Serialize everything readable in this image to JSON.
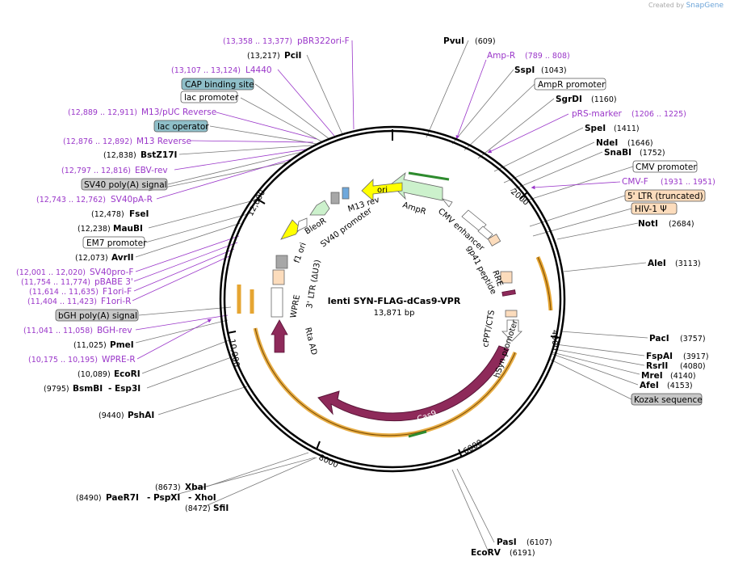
{
  "brand": {
    "created_by": "Created by",
    "app": "SnapGene"
  },
  "plasmid": {
    "name": "lenti SYN-FLAG-dCas9-VPR",
    "size": "13,871 bp",
    "length": 13871
  },
  "colors": {
    "feature_purple": "#9a36c9",
    "cas9": "#8e2a5a",
    "promoter_green": "#ccf1cc",
    "ori_yellow": "#ffff00",
    "orange_ring": "#e6a532",
    "ltr": "#fcdcbc",
    "grey_feature": "#a7a7a7"
  },
  "ticks": [
    "2000",
    "4000",
    "6000",
    "8000",
    "10,000",
    "12,000"
  ],
  "enzymes": [
    {
      "name": "PvuI",
      "pos": "(609)"
    },
    {
      "name": "SspI",
      "pos": "(1043)"
    },
    {
      "name": "SgrDI",
      "pos": "(1160)"
    },
    {
      "name": "SpeI",
      "pos": "(1411)"
    },
    {
      "name": "NdeI",
      "pos": "(1646)"
    },
    {
      "name": "SnaBI",
      "pos": "(1752)"
    },
    {
      "name": "NotI",
      "pos": "(2684)"
    },
    {
      "name": "AleI",
      "pos": "(3113)"
    },
    {
      "name": "PacI",
      "pos": "(3757)"
    },
    {
      "name": "FspAI",
      "pos": "(3917)"
    },
    {
      "name": "RsrII",
      "pos": "(4080)"
    },
    {
      "name": "MreI",
      "pos": "(4140)"
    },
    {
      "name": "AfeI",
      "pos": "(4153)"
    },
    {
      "name": "PasI",
      "pos": "(6107)"
    },
    {
      "name": "EcoRV",
      "pos": "(6191)"
    },
    {
      "name": "PciI",
      "pos": "(13,217)"
    },
    {
      "name": "BstZ17I",
      "pos": "(12,838)"
    },
    {
      "name": "FseI",
      "pos": "(12,478)"
    },
    {
      "name": "MauBI",
      "pos": "(12,238)"
    },
    {
      "name": "AvrII",
      "pos": "(12,073)"
    },
    {
      "name": "PmeI",
      "pos": "(11,025)"
    },
    {
      "name": "EcoRI",
      "pos": "(10,089)"
    },
    {
      "name": "BsmBI",
      "pos": "(9795)",
      "alt": "- Esp3I"
    },
    {
      "name": "PshAI",
      "pos": "(9440)"
    },
    {
      "name": "XbaI",
      "pos": "(8673)"
    },
    {
      "name": "PaeR7I",
      "pos": "(8490)",
      "alt": "- PspXI",
      "alt2": "- XhoI"
    },
    {
      "name": "SfiI",
      "pos": "(8472)"
    }
  ],
  "primers": [
    {
      "name": "pBR322ori-F",
      "range": "(13,358 .. 13,377)"
    },
    {
      "name": "Amp-R",
      "range": "(789 .. 808)"
    },
    {
      "name": "L4440",
      "range": "(13,107 .. 13,124)"
    },
    {
      "name": "pRS-marker",
      "range": "(1206 .. 1225)"
    },
    {
      "name": "M13/pUC Reverse",
      "range": "(12,889 .. 12,911)"
    },
    {
      "name": "M13 Reverse",
      "range": "(12,876 .. 12,892)"
    },
    {
      "name": "EBV-rev",
      "range": "(12,797 .. 12,816)"
    },
    {
      "name": "SV40pA-R",
      "range": "(12,743 .. 12,762)"
    },
    {
      "name": "CMV-F",
      "range": "(1931 .. 1951)"
    },
    {
      "name": "SV40pro-F",
      "range": "(12,001 .. 12,020)"
    },
    {
      "name": "pBABE 3'",
      "range": "(11,754 .. 11,774)"
    },
    {
      "name": "F1ori-F",
      "range": "(11,614 .. 11,635)"
    },
    {
      "name": "F1ori-R",
      "range": "(11,404 .. 11,423)"
    },
    {
      "name": "BGH-rev",
      "range": "(11,041 .. 11,058)"
    },
    {
      "name": "WPRE-R",
      "range": "(10,175 .. 10,195)"
    }
  ],
  "boxed_labels": [
    {
      "name": "CAP binding site"
    },
    {
      "name": "lac promoter"
    },
    {
      "name": "lac operator"
    },
    {
      "name": "SV40 poly(A) signal"
    },
    {
      "name": "EM7 promoter"
    },
    {
      "name": "bGH poly(A) signal"
    },
    {
      "name": "AmpR promoter"
    },
    {
      "name": "CMV promoter"
    },
    {
      "name": "5' LTR (truncated)"
    },
    {
      "name": "HIV-1 Ψ"
    },
    {
      "name": "Kozak sequence"
    }
  ],
  "inner_features": {
    "ori": "ori",
    "ampr": "AmpR",
    "m13rev": "M13 rev",
    "bleor": "BleoR",
    "sv40": "SV40 promoter",
    "cmv_enh": "CMV enhancer",
    "f1ori": "f1 ori",
    "gp41": "gp41 peptide",
    "rre": "RRE",
    "ltr3": "3' LTR (ΔU3)",
    "wpre": "WPRE",
    "cppt": "cPPT/CTS",
    "hsyn": "hSyn promoter",
    "rta": "Rta AD",
    "cas9": "Cas9"
  }
}
